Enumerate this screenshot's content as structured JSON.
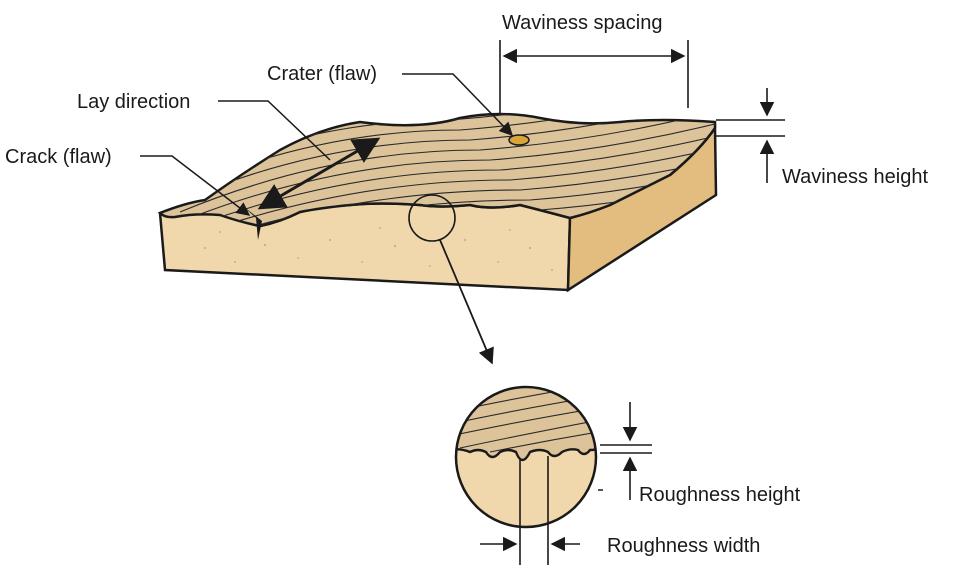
{
  "labels": {
    "waviness_spacing": "Waviness spacing",
    "crater": "Crater (flaw)",
    "lay_direction": "Lay direction",
    "crack": "Crack (flaw)",
    "waviness_height": "Waviness height",
    "roughness_height": "Roughness height",
    "roughness_width": "Roughness width"
  },
  "colors": {
    "top_surface": "#dcc39a",
    "front_face": "#f0d8ac",
    "side_face": "#e3bd7f",
    "crater_fill": "#d9a53a",
    "ink": "#1a1a1a"
  }
}
